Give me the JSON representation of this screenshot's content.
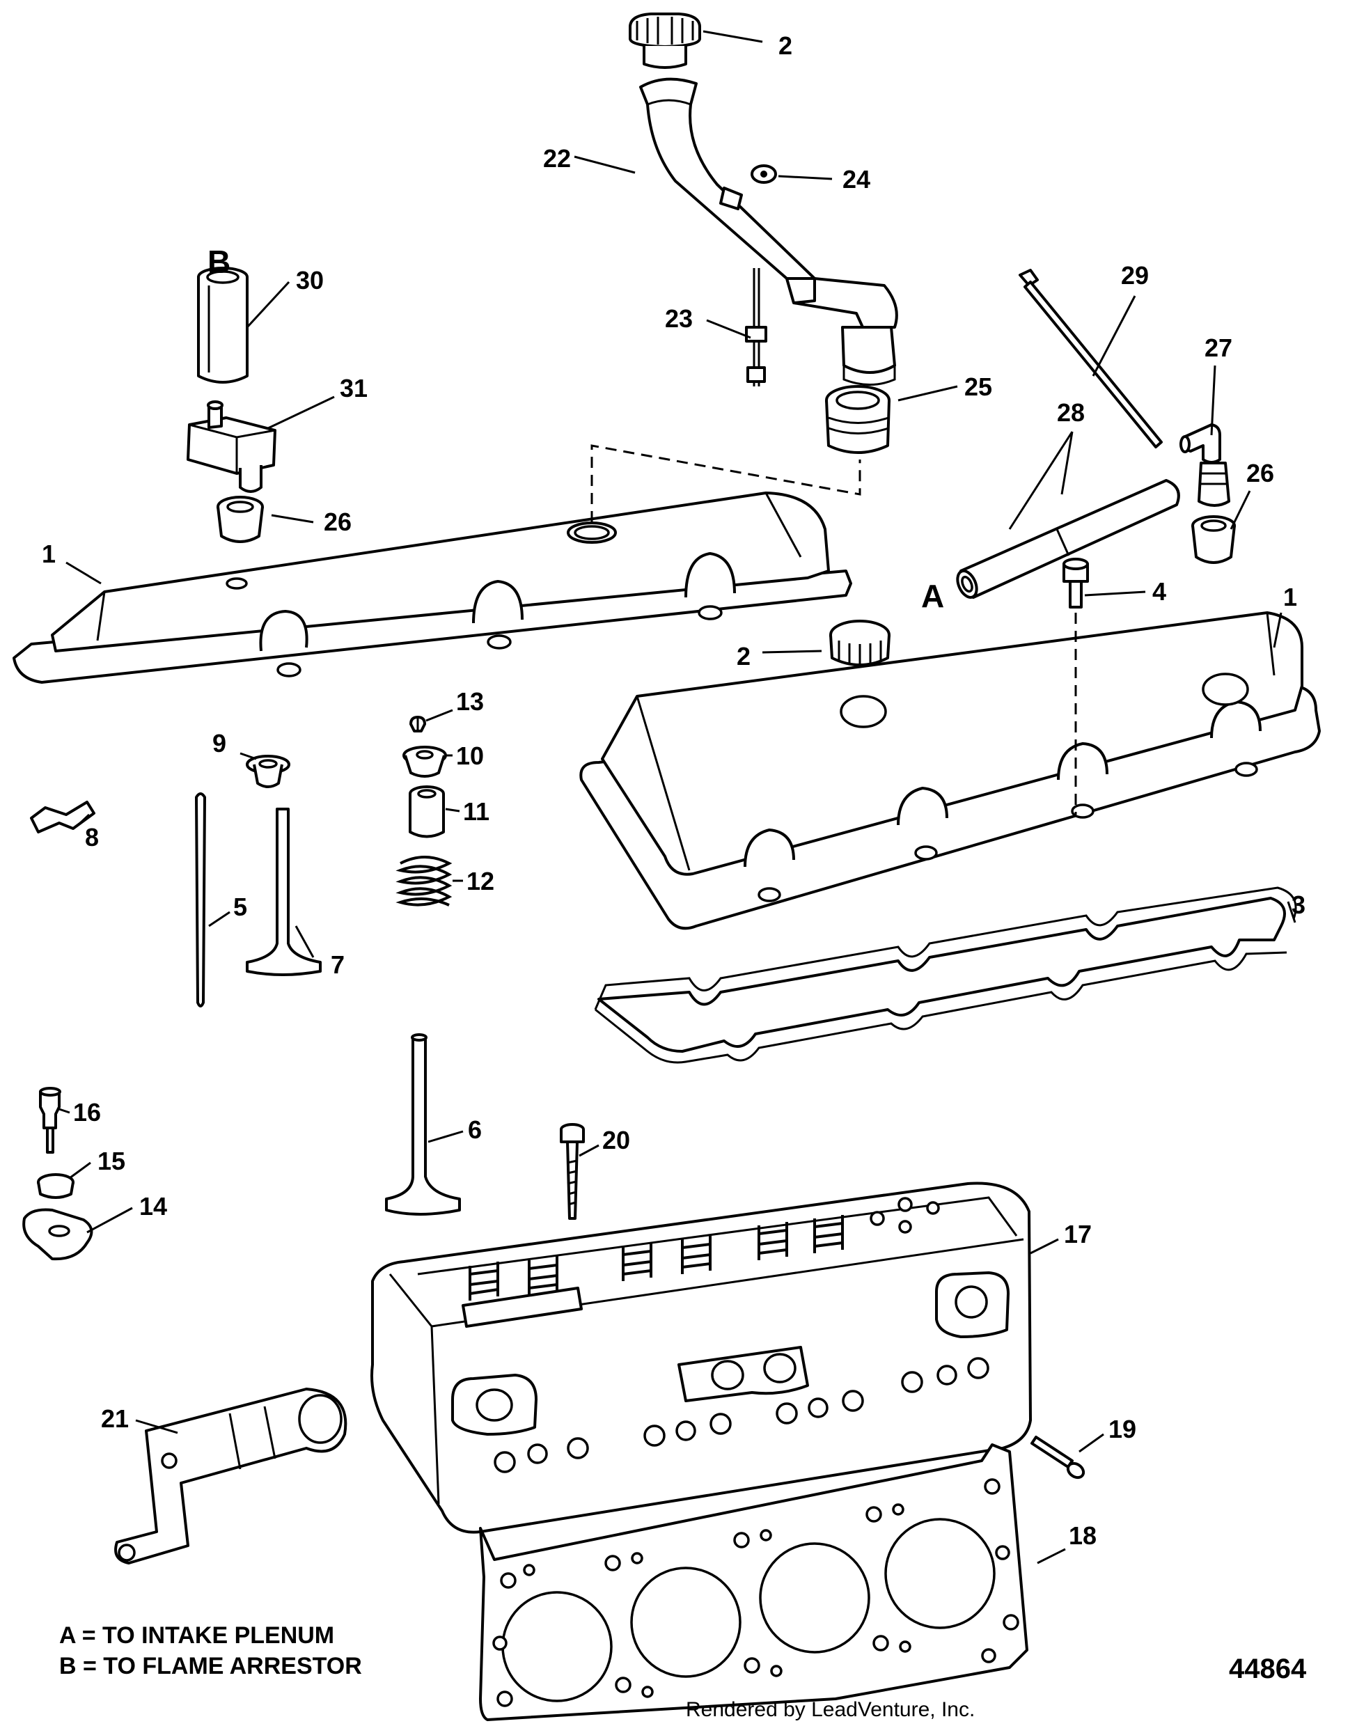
{
  "diagram": {
    "section_labels": {
      "a": "A",
      "b": "B"
    },
    "callouts": {
      "c1a": "1",
      "c1b": "1",
      "c2a": "2",
      "c2b": "2",
      "c3": "3",
      "c4": "4",
      "c5": "5",
      "c6": "6",
      "c7": "7",
      "c8": "8",
      "c9": "9",
      "c10": "10",
      "c11": "11",
      "c12": "12",
      "c13": "13",
      "c14": "14",
      "c15": "15",
      "c16": "16",
      "c17": "17",
      "c18": "18",
      "c19": "19",
      "c20": "20",
      "c21": "21",
      "c22": "22",
      "c23": "23",
      "c24": "24",
      "c25": "25",
      "c26a": "26",
      "c26b": "26",
      "c27": "27",
      "c28": "28",
      "c29": "29",
      "c30": "30",
      "c31": "31"
    },
    "legend": {
      "a": "A = TO INTAKE PLENUM",
      "b": "B = TO FLAME ARRESTOR"
    },
    "figure_number": "44864",
    "credit": "Rendered by LeadVenture, Inc."
  }
}
